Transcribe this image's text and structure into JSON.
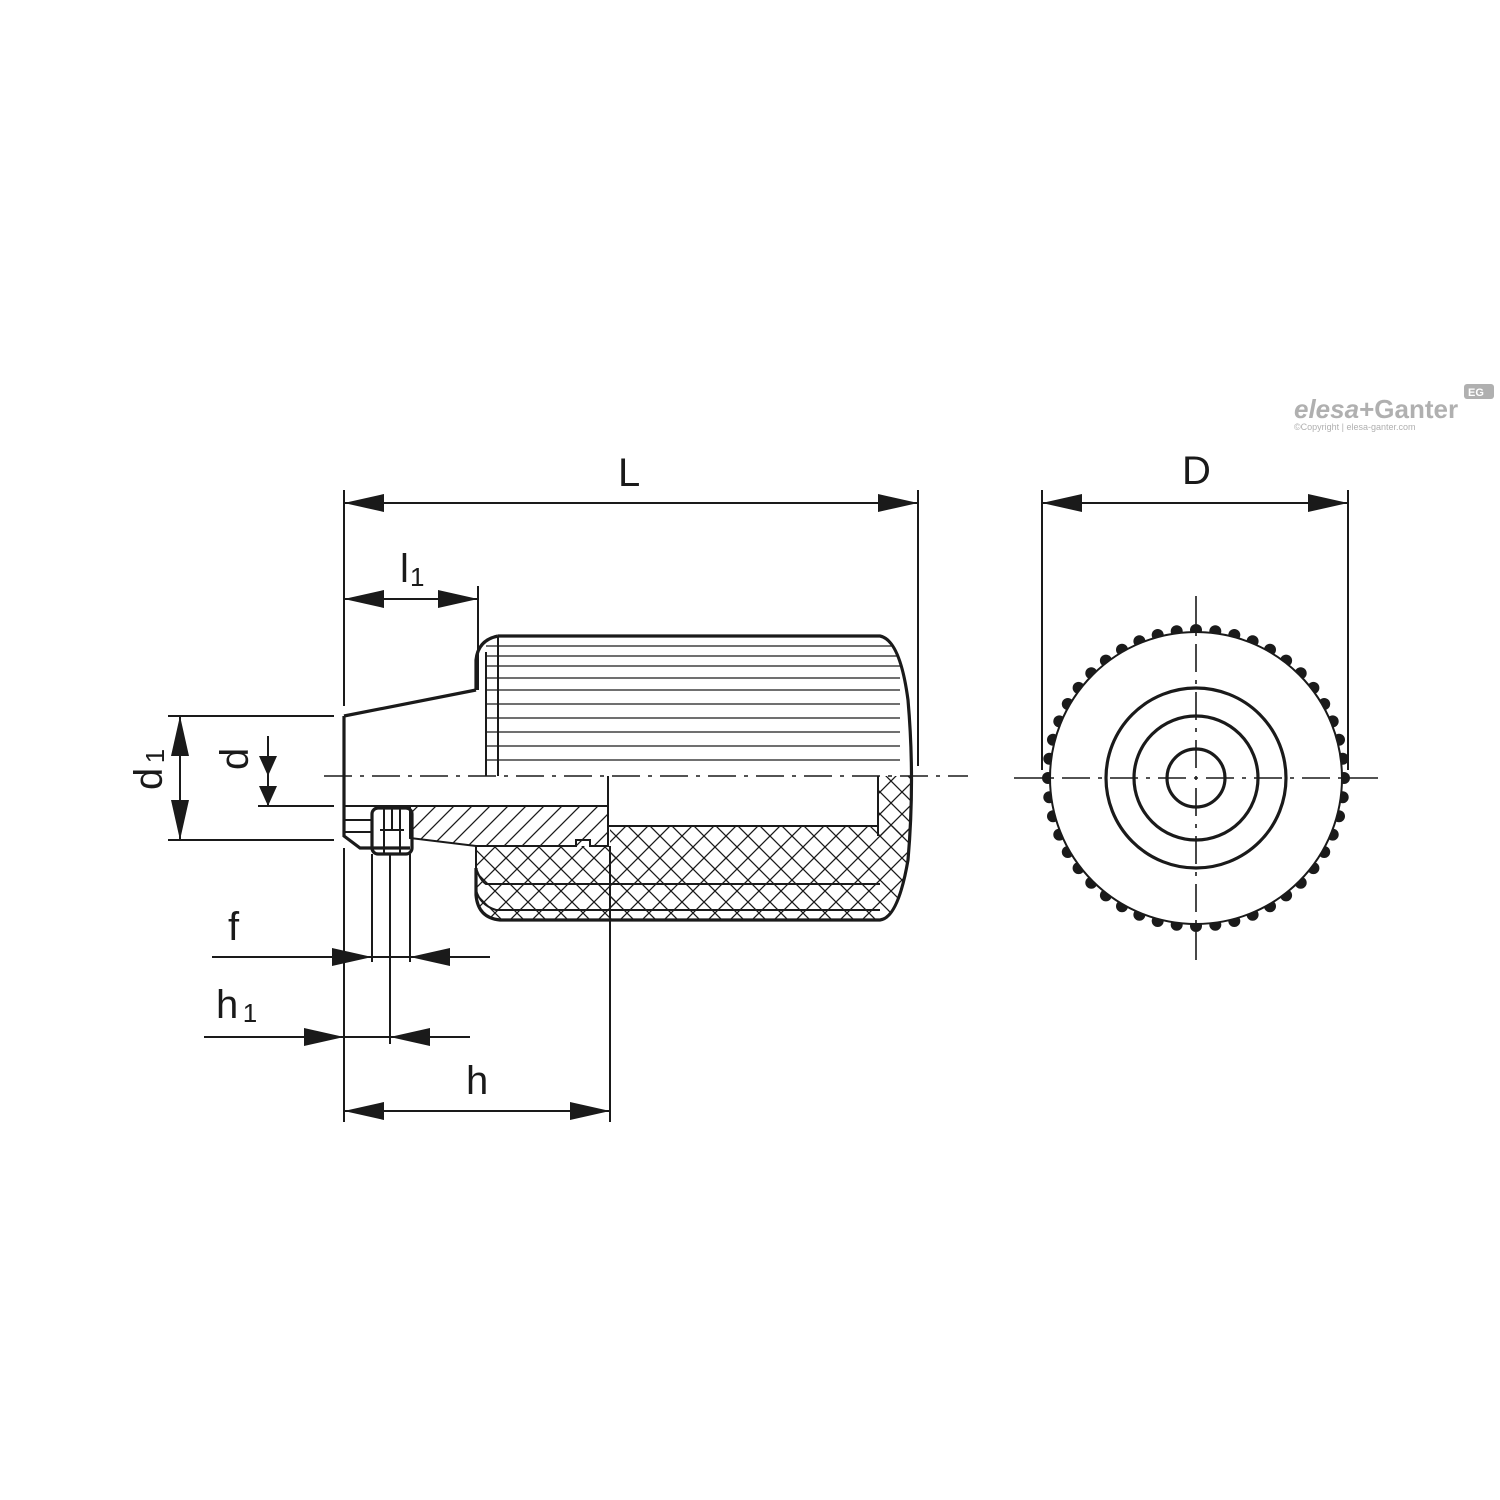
{
  "dimensions": {
    "L": "L",
    "D": "D",
    "l1_main": "l",
    "l1_sub": "1",
    "d": "d",
    "d1_main": "d",
    "d1_sub": "1",
    "f": "f",
    "h1_main": "h",
    "h1_sub": "1",
    "h": "h"
  },
  "logo": {
    "brand_left": "elesa",
    "brand_plus": "+",
    "brand_right": "Ganter",
    "badge": "EG",
    "copyright": "©Copyright | elesa-ganter.com"
  },
  "colors": {
    "line": "#1a1a1a",
    "logo": "#b0b0b0",
    "background": "#ffffff"
  }
}
